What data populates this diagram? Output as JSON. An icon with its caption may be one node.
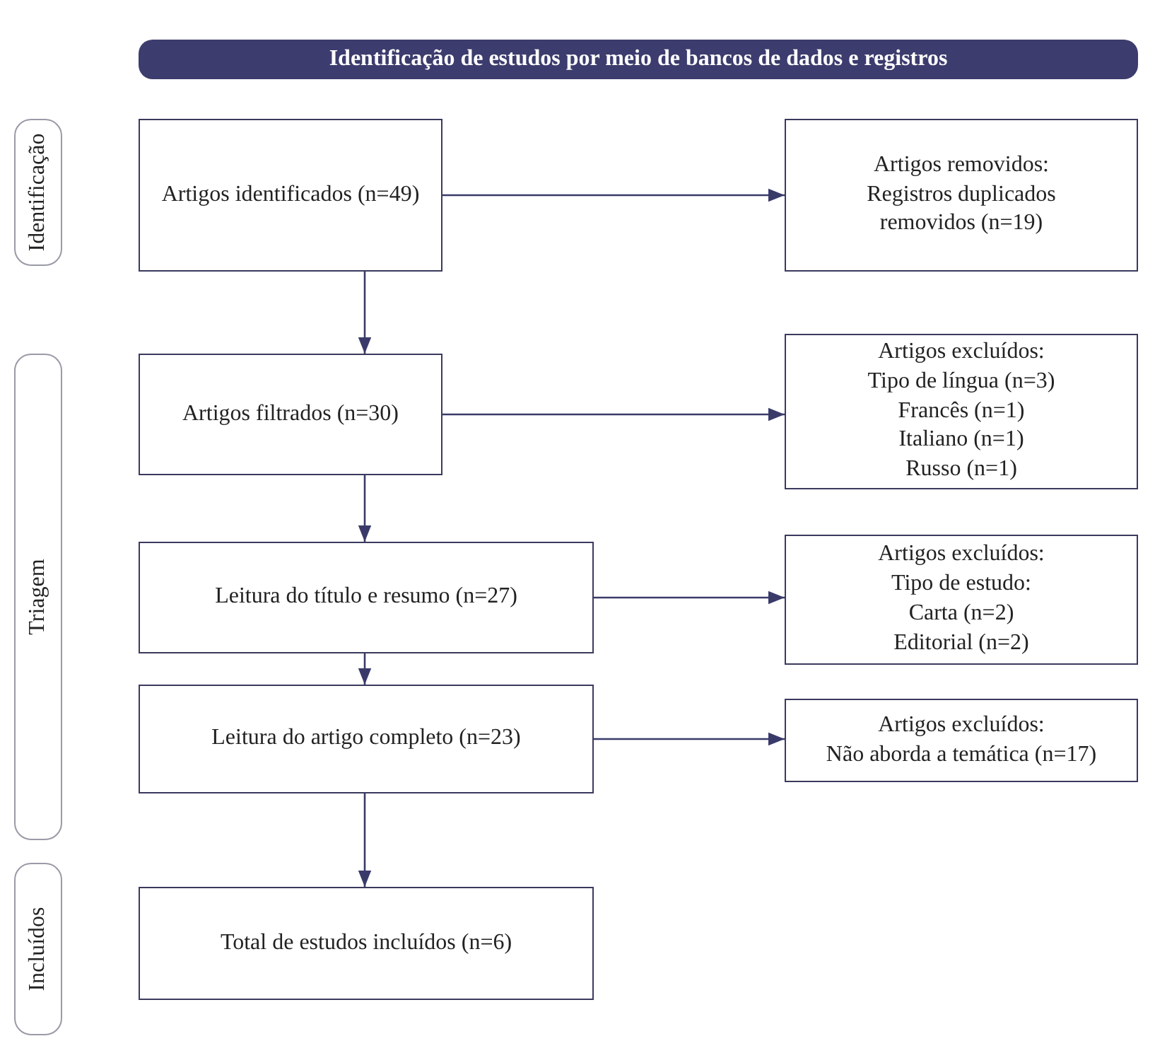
{
  "diagram": {
    "nodes": [
      {
        "text": [
          "Identificação de estudos por meio de bancos de dados e registros"
        ]
      },
      {
        "text": [
          "Identificação"
        ]
      },
      {
        "text": [
          "Artigos identificados (n=49)"
        ]
      },
      {
        "text": [
          "Artigos removidos:",
          "Registros duplicados removidos (n=19)"
        ]
      },
      {
        "text": [
          "Triagem"
        ]
      },
      {
        "text": [
          "Artigos filtrados (n=30)"
        ]
      },
      {
        "text": [
          "Artigos excluídos:",
          "Tipo de língua (n=3)",
          "Francês (n=1)",
          "Italiano (n=1)",
          "Russo (n=1)"
        ]
      },
      {
        "text": [
          "Leitura do título e resumo (n=27)"
        ]
      },
      {
        "text": [
          "Artigos excluídos:",
          "Tipo de estudo:",
          "Carta (n=2)",
          "Editorial (n=2)"
        ]
      },
      {
        "text": [
          "Leitura do artigo completo (n=23)"
        ]
      },
      {
        "text": [
          "Artigos excluídos:",
          "Não aborda a temática (n=17)"
        ]
      },
      {
        "text": [
          "Incluídos"
        ]
      },
      {
        "text": [
          "Total de estudos incluídos (n=6)"
        ]
      }
    ],
    "edges": [
      {
        "from": 2,
        "to": 3,
        "arrow": "to"
      },
      {
        "from": 2,
        "to": 5,
        "arrow": "to"
      },
      {
        "from": 5,
        "to": 6,
        "arrow": "to"
      },
      {
        "from": 5,
        "to": 7,
        "arrow": "to"
      },
      {
        "from": 7,
        "to": 8,
        "arrow": "to"
      },
      {
        "from": 7,
        "to": 9,
        "arrow": "to"
      },
      {
        "from": 9,
        "to": 10,
        "arrow": "to"
      },
      {
        "from": 9,
        "to": 12,
        "arrow": "to"
      }
    ]
  }
}
